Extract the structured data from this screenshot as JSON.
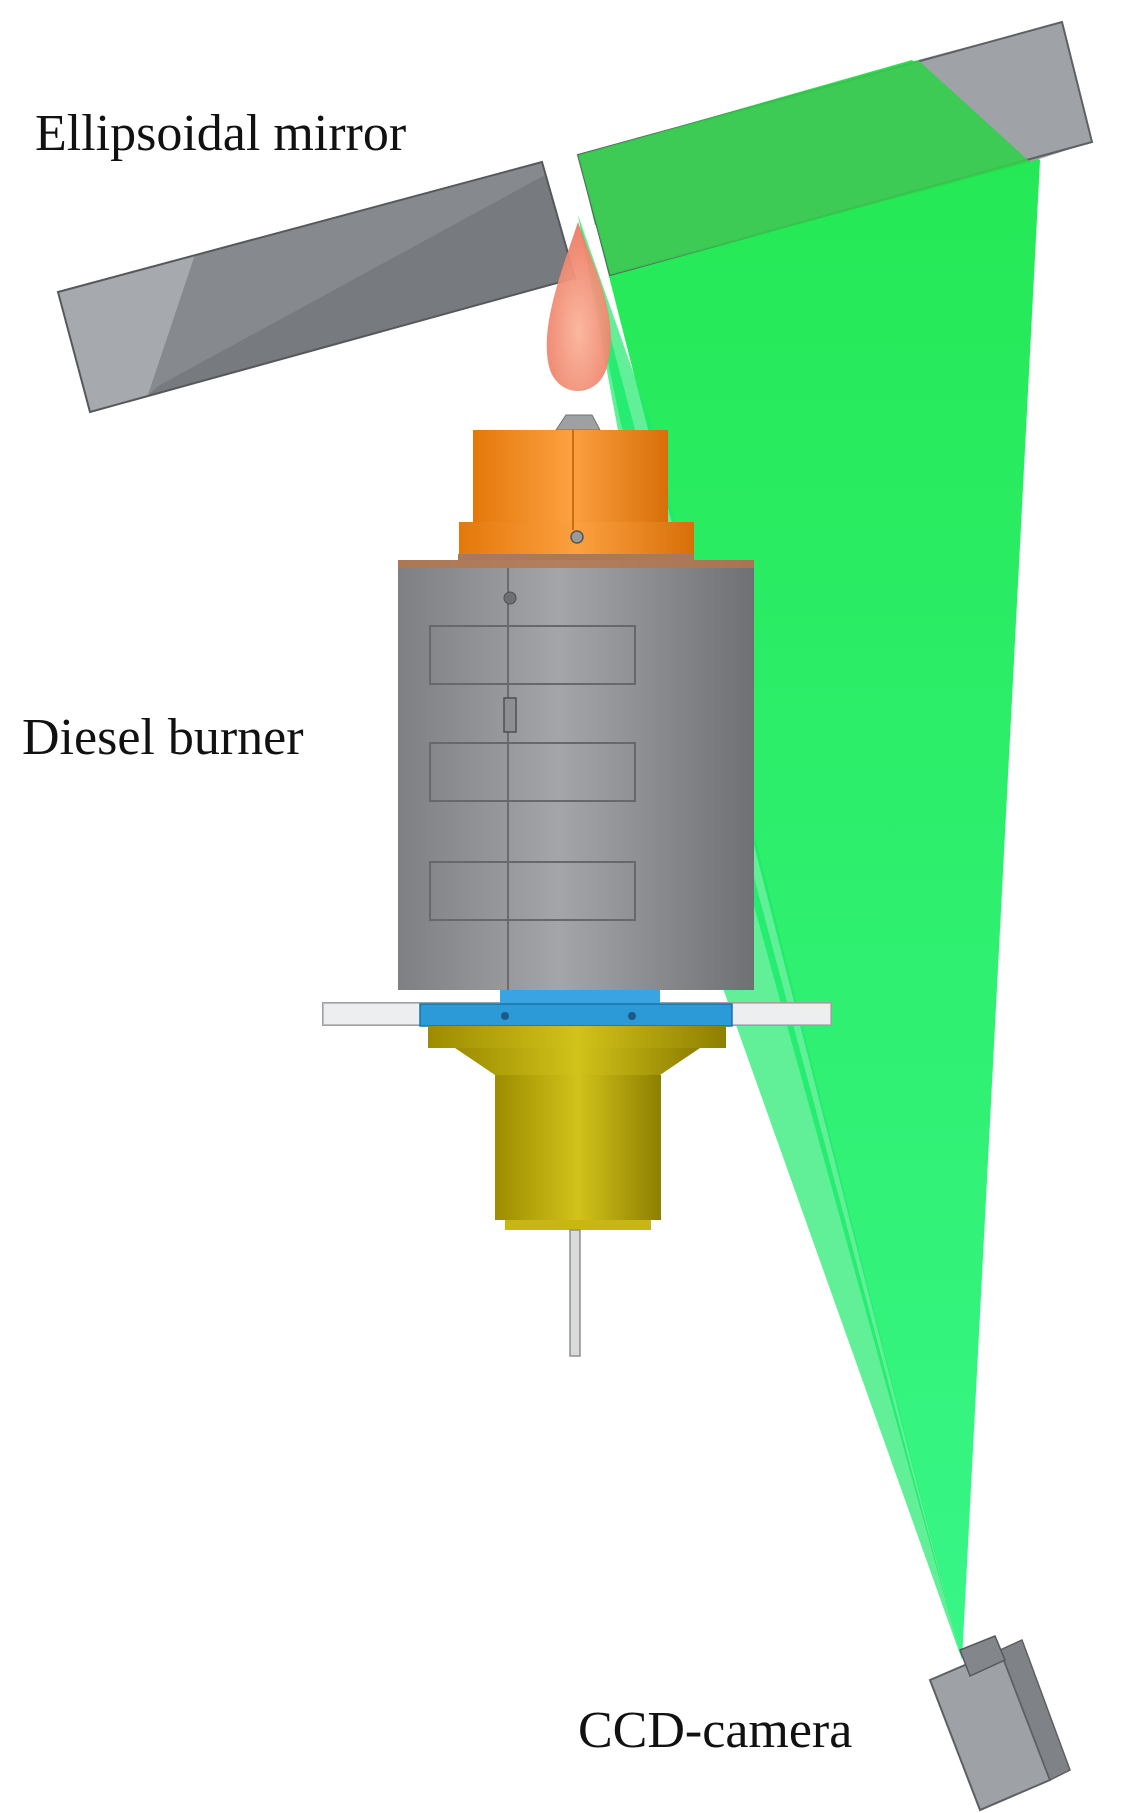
{
  "labels": {
    "mirror": "Ellipsoidal mirror",
    "burner": "Diesel burner",
    "camera": "CCD-camera"
  },
  "components": [
    {
      "name": "ellipsoidal-mirror",
      "color": "#7a7d82"
    },
    {
      "name": "flame",
      "color": "#f08a70"
    },
    {
      "name": "burner-top-cap",
      "color": "#f7921e"
    },
    {
      "name": "burner-body",
      "color": "#8a8c8f"
    },
    {
      "name": "mounting-plate",
      "color": "#e3e4e6"
    },
    {
      "name": "blue-flange",
      "color": "#2a9be0"
    },
    {
      "name": "fuel-inlet",
      "color": "#b8a400"
    },
    {
      "name": "light-cone",
      "color": "#1ef05a"
    },
    {
      "name": "ccd-camera",
      "color": "#9a9ea3"
    }
  ]
}
